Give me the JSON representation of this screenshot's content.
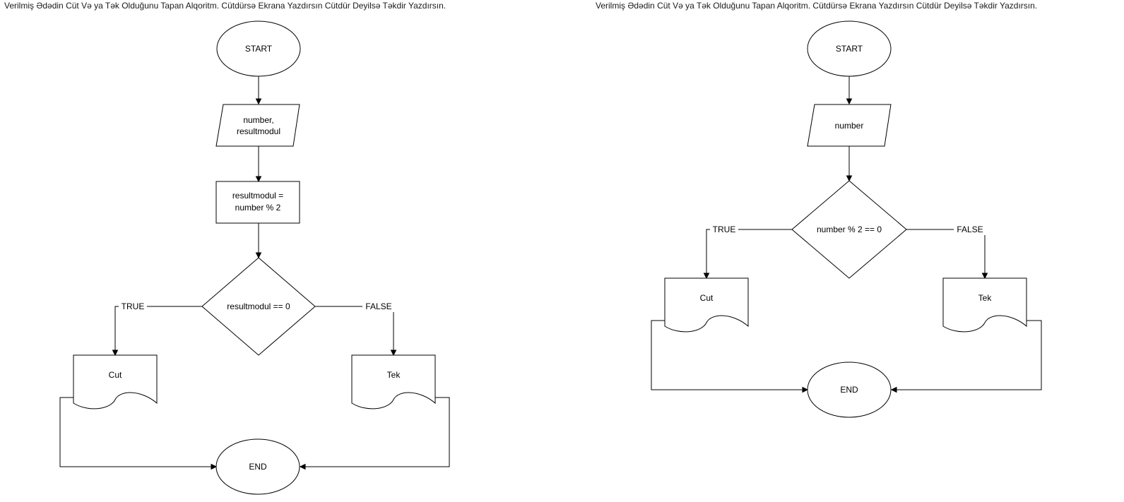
{
  "flowchart_1": {
    "title": "Verilmiş Ədədin Cüt Və ya Tək Olduğunu Tapan Alqoritm. Cütdürsə Ekrana Yazdırsın Cütdür Deyilsə Təkdir Yazdırsın.",
    "start_label": "START",
    "input_label": [
      "number,",
      "resultmodul"
    ],
    "process_label": [
      "resultmodul =",
      "number % 2"
    ],
    "decision_label": "resultmodul == 0",
    "true_label": "TRUE",
    "false_label": "FALSE",
    "output_true_label": "Cut",
    "output_false_label": "Tek",
    "end_label": "END"
  },
  "flowchart_2": {
    "title": "Verilmiş Ədədin Cüt Və ya Tək Olduğunu Tapan Alqoritm. Cütdürsə Ekrana Yazdırsın Cütdür Deyilsə Təkdir Yazdırsın.",
    "start_label": "START",
    "input_label": "number",
    "decision_label": "number % 2 == 0",
    "true_label": "TRUE",
    "false_label": "FALSE",
    "output_true_label": "Cut",
    "output_false_label": "Tek",
    "end_label": "END"
  },
  "colors": {
    "stroke": "#000000",
    "fill": "#ffffff",
    "background": "#ffffff"
  }
}
